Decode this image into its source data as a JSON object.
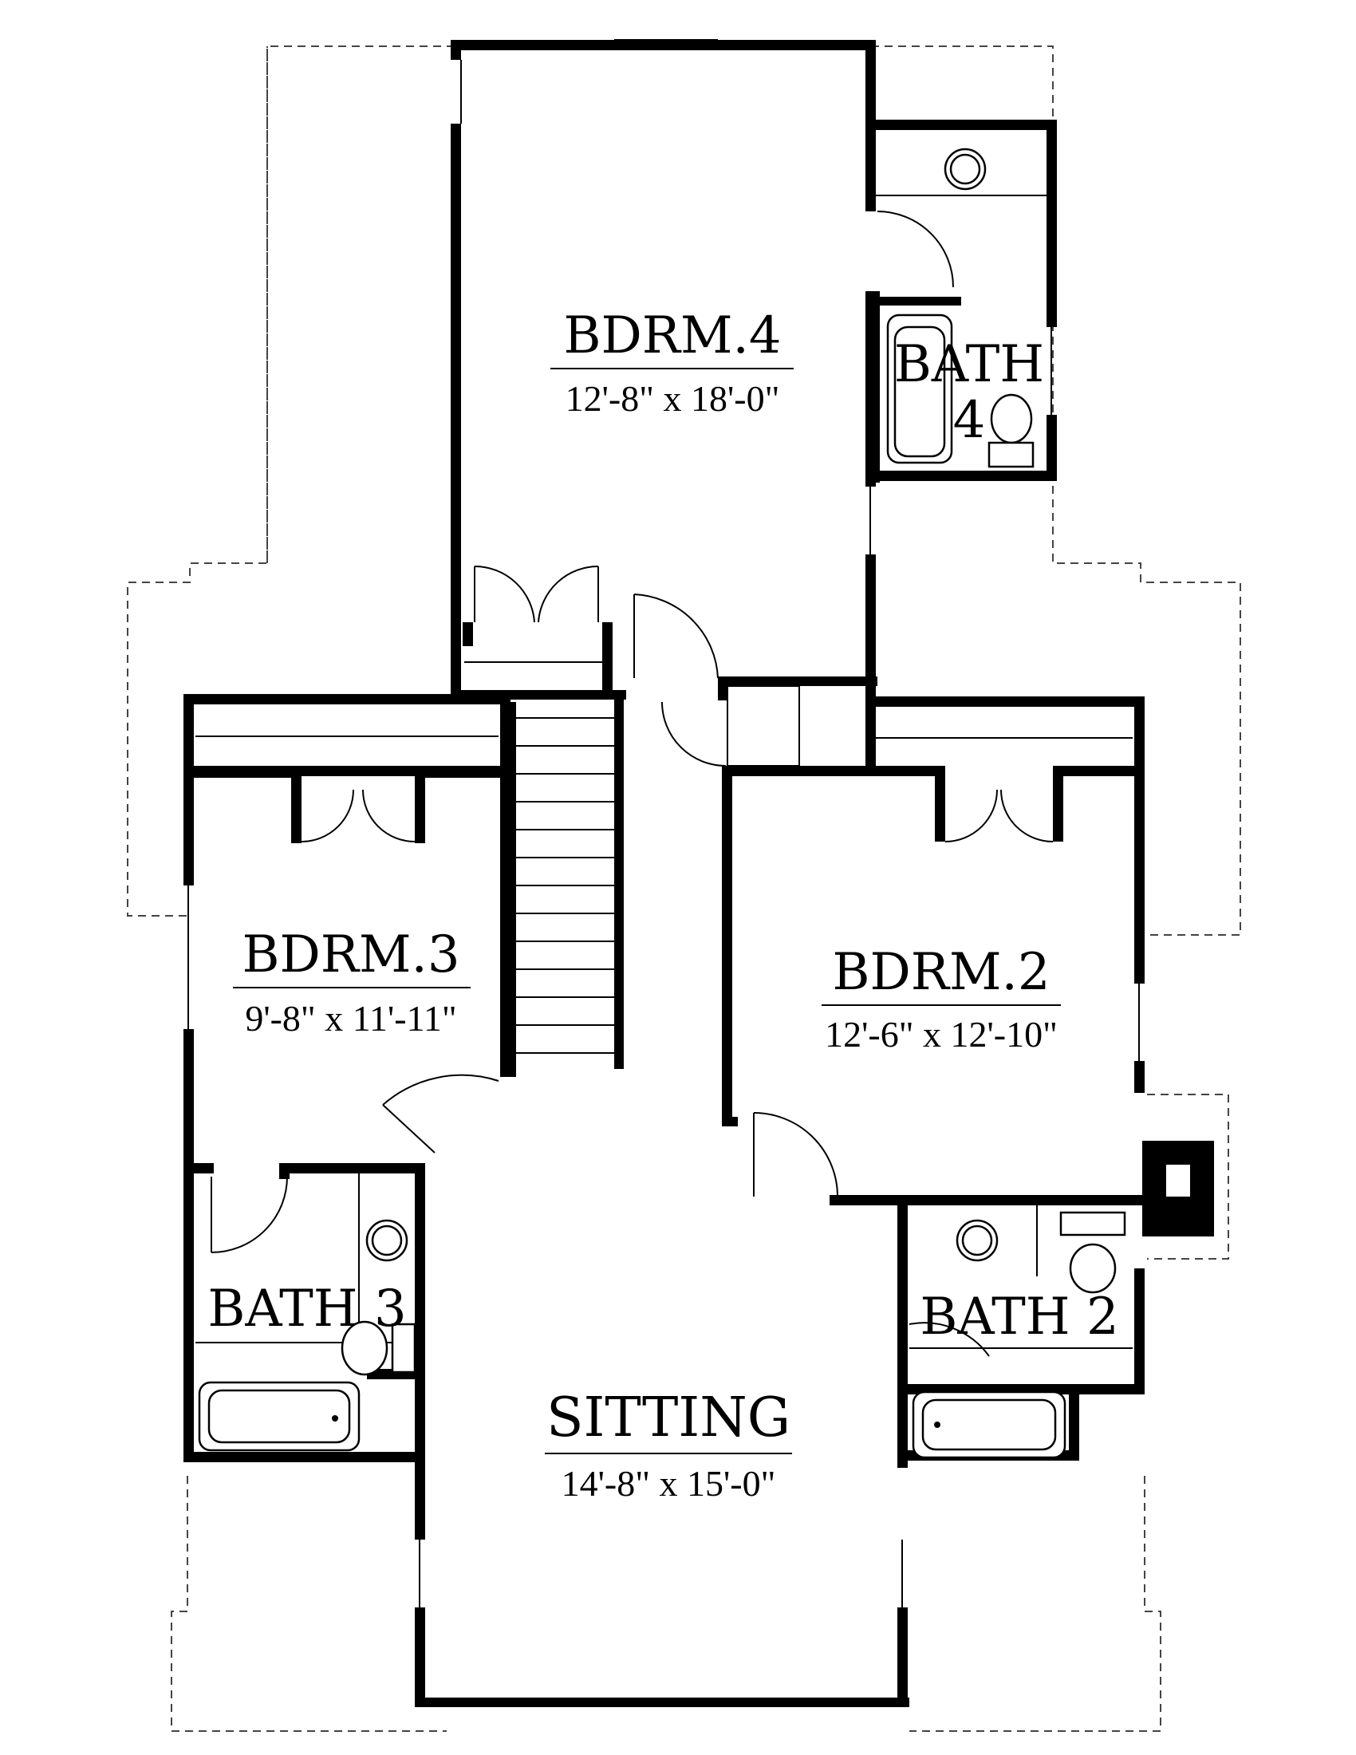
{
  "rooms": {
    "bdrm4": {
      "name": "BDRM.4",
      "dims": "12'-8\" x 18'-0\""
    },
    "bath4": {
      "name_line1": "BATH",
      "name_line2": "4"
    },
    "bdrm3": {
      "name": "BDRM.3",
      "dims": "9'-8\" x 11'-11\""
    },
    "bdrm2": {
      "name": "BDRM.2",
      "dims": "12'-6\" x 12'-10\""
    },
    "bath3": {
      "name": "BATH 3"
    },
    "bath2": {
      "name": "BATH 2"
    },
    "sitting": {
      "name": "SITTING",
      "dims": "14'-8\" x 15'-0\""
    }
  }
}
